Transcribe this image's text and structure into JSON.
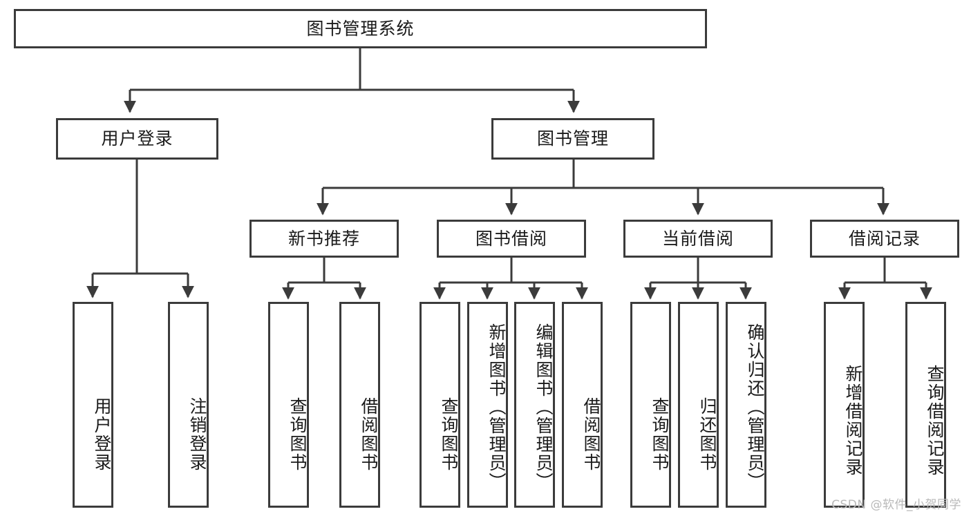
{
  "diagram": {
    "type": "tree",
    "title": "图书管理系统",
    "root": {
      "id": "root",
      "label": "图书管理系统"
    },
    "level2": [
      {
        "id": "user-login",
        "label": "用户登录"
      },
      {
        "id": "book-manage",
        "label": "图书管理"
      }
    ],
    "level3": [
      {
        "id": "new-book-recommend",
        "label": "新书推荐",
        "parent": "book-manage"
      },
      {
        "id": "book-borrow",
        "label": "图书借阅",
        "parent": "book-manage"
      },
      {
        "id": "current-borrow",
        "label": "当前借阅",
        "parent": "book-manage"
      },
      {
        "id": "borrow-record",
        "label": "借阅记录",
        "parent": "book-manage"
      }
    ],
    "leaves": [
      {
        "id": "leaf-user-login",
        "label": "用户登录",
        "parent": "user-login"
      },
      {
        "id": "leaf-user-logout",
        "label": "注销登录",
        "parent": "user-login"
      },
      {
        "id": "leaf-query-book-1",
        "label": "查询图书",
        "parent": "new-book-recommend"
      },
      {
        "id": "leaf-borrow-book-1",
        "label": "借阅图书",
        "parent": "new-book-recommend"
      },
      {
        "id": "leaf-query-book-2",
        "label": "查询图书",
        "parent": "book-borrow"
      },
      {
        "id": "leaf-add-book",
        "label": "新增图书（管理员）",
        "parent": "book-borrow"
      },
      {
        "id": "leaf-edit-book",
        "label": "编辑图书（管理员）",
        "parent": "book-borrow"
      },
      {
        "id": "leaf-borrow-book-2",
        "label": "借阅图书",
        "parent": "book-borrow"
      },
      {
        "id": "leaf-query-book-3",
        "label": "查询图书",
        "parent": "current-borrow"
      },
      {
        "id": "leaf-return-book",
        "label": "归还图书",
        "parent": "current-borrow"
      },
      {
        "id": "leaf-confirm-return",
        "label": "确认归还（管理员）",
        "parent": "current-borrow"
      },
      {
        "id": "leaf-add-record",
        "label": "新增借阅记录",
        "parent": "borrow-record"
      },
      {
        "id": "leaf-query-record",
        "label": "查询借阅记录",
        "parent": "borrow-record"
      }
    ]
  },
  "watermark": {
    "text": "CSDN @软件_小贺同学"
  },
  "colors": {
    "stroke": "#3b3b3b",
    "background": "#ffffff",
    "text": "#1a1a1a",
    "watermark": "#b9b9b9"
  }
}
